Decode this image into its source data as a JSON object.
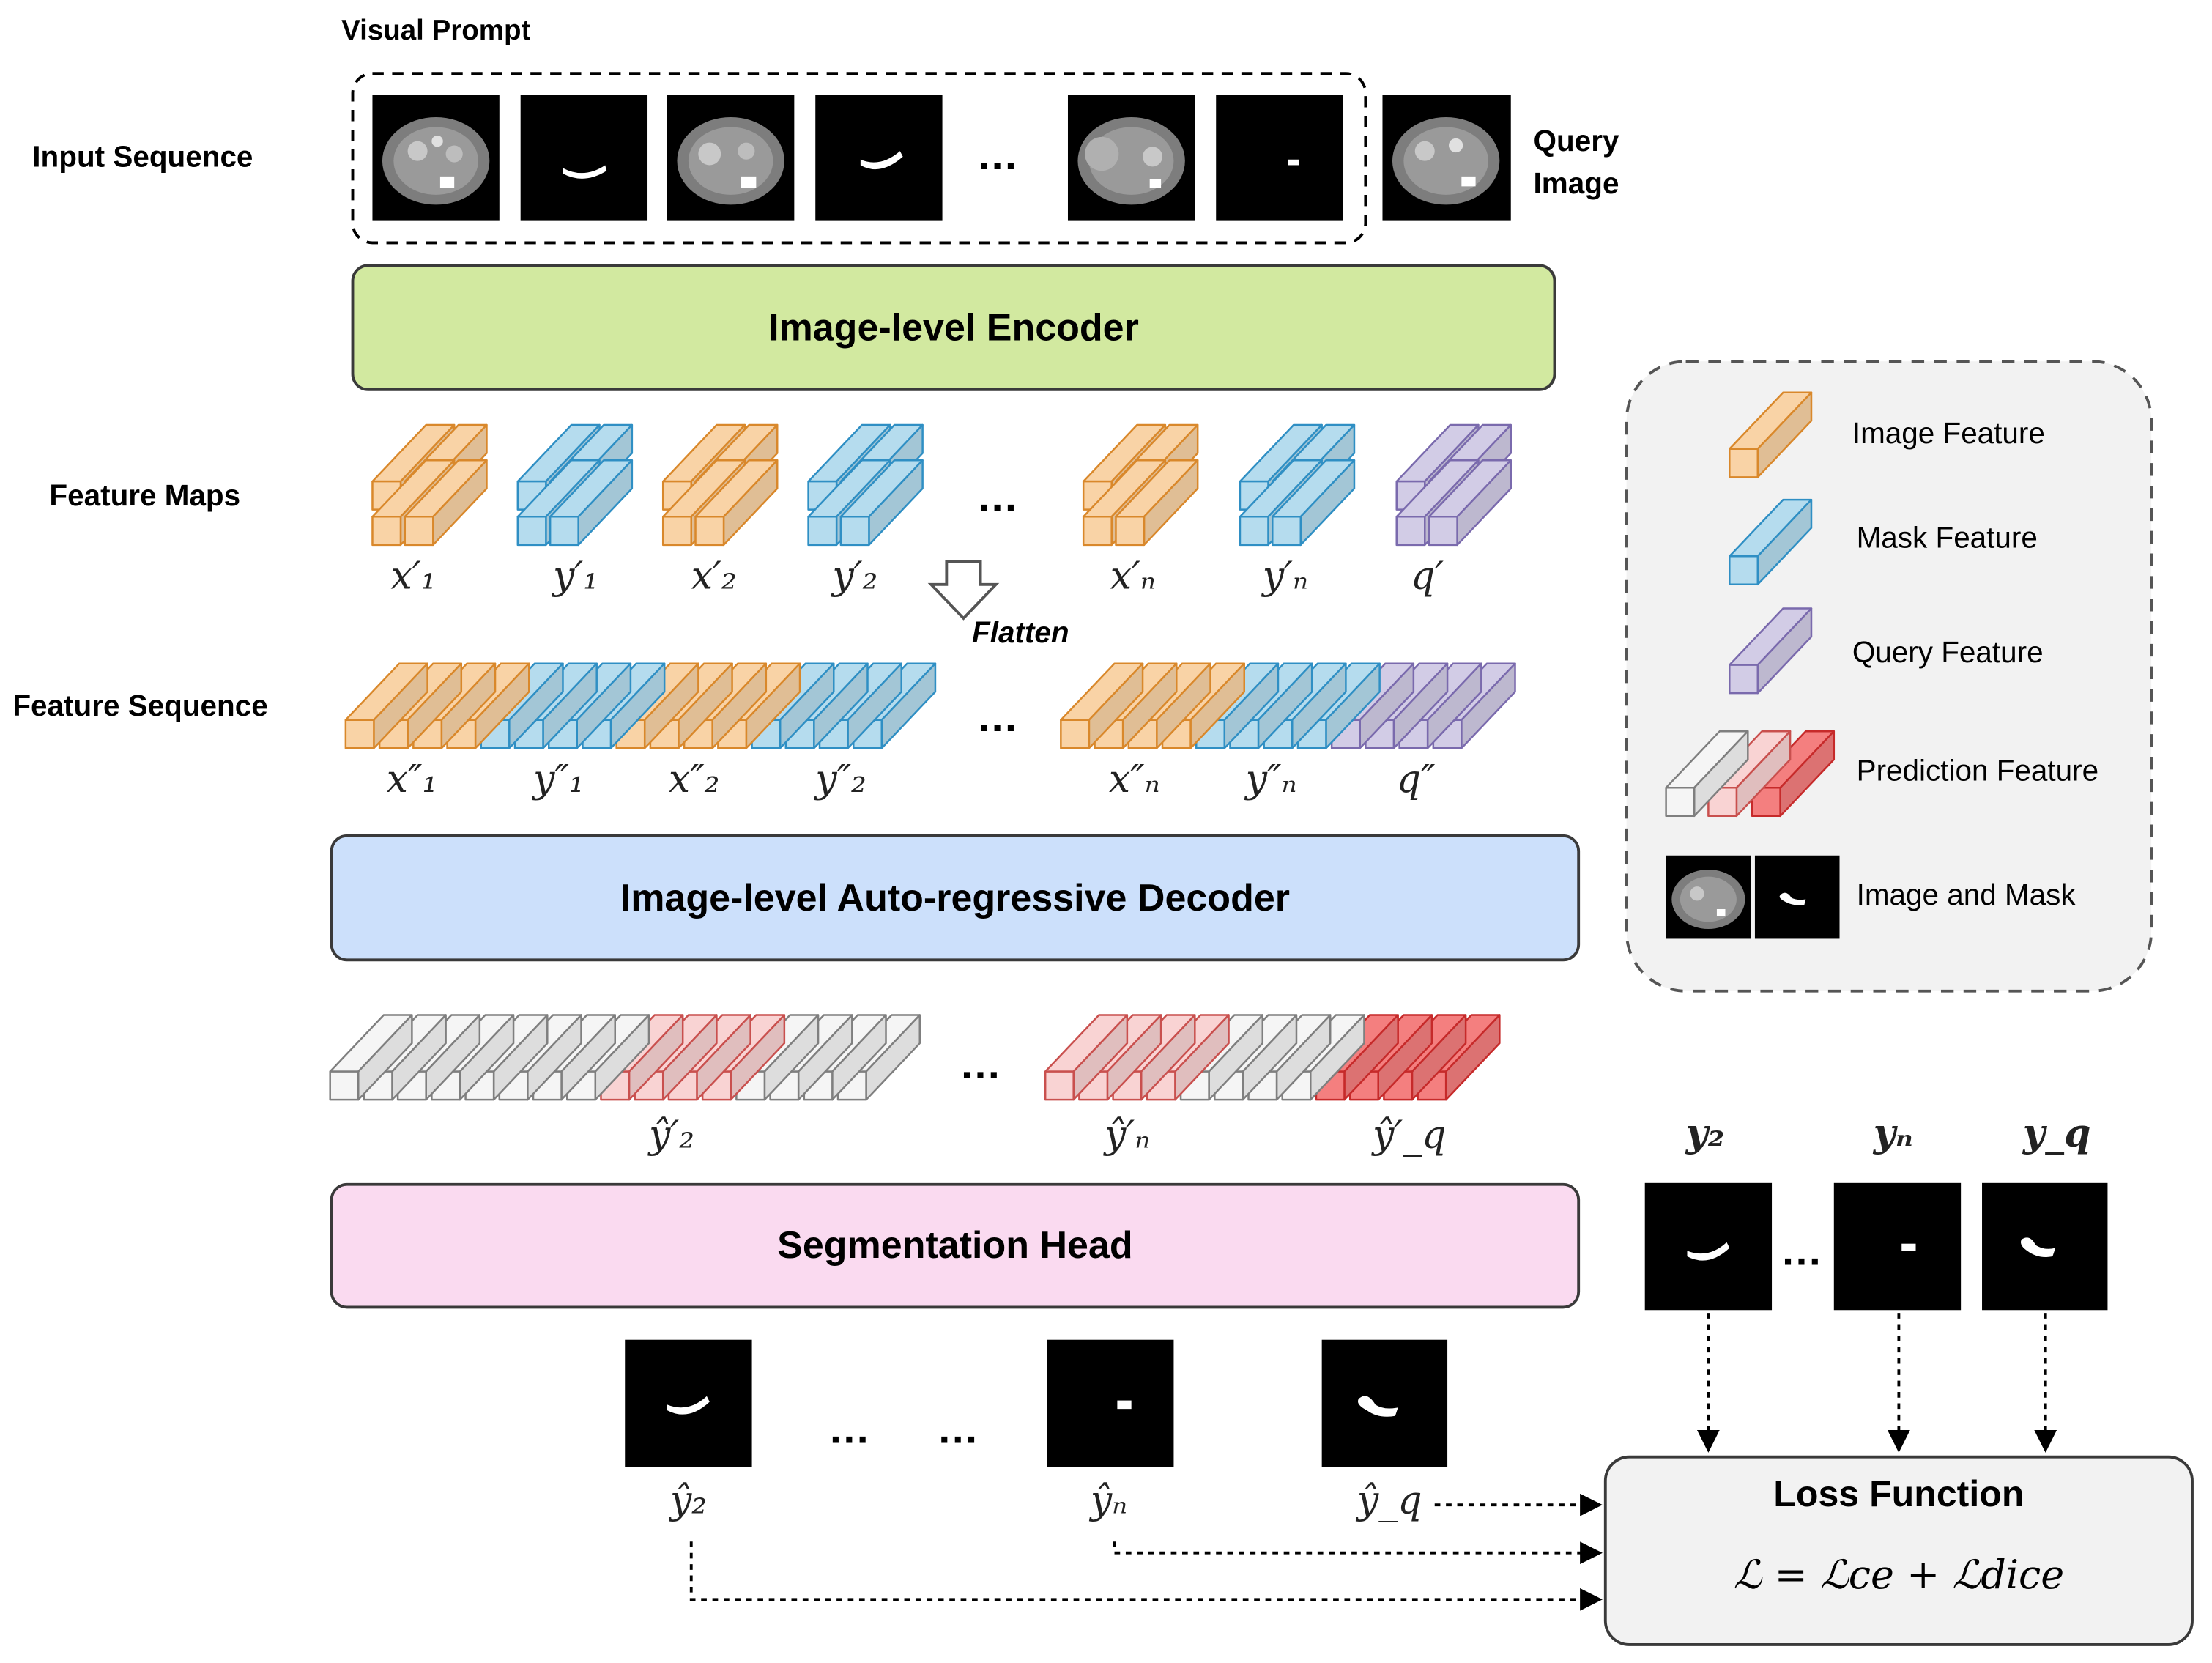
{
  "labels": {
    "visual_prompt": "Visual Prompt",
    "input_sequence": "Input Sequence",
    "query_image": "Query\nImage",
    "feature_maps": "Feature Maps",
    "flatten": "Flatten",
    "feature_sequence": "Feature Sequence",
    "ellipsis": "…"
  },
  "blocks": {
    "encoder": "Image-level Encoder",
    "decoder": "Image-level Auto-regressive Decoder",
    "seg_head": "Segmentation Head",
    "loss_title": "Loss Function"
  },
  "math": {
    "fm": [
      "x′₁",
      "y′₁",
      "x′₂",
      "y′₂",
      "x′ₙ",
      "y′ₙ",
      "q′"
    ],
    "fs": [
      "x″₁",
      "y″₁",
      "x″₂",
      "y″₂",
      "x″ₙ",
      "y″ₙ",
      "q″"
    ],
    "pred": [
      "ŷ′₂",
      "ŷ′ₙ",
      "ŷ′_q"
    ],
    "gt": [
      "y₂",
      "yₙ",
      "y_q"
    ],
    "out": [
      "ŷ₂",
      "ŷₙ",
      "ŷ_q"
    ],
    "loss_formula": "ℒ = ℒce + ℒdice"
  },
  "legend": {
    "items": [
      "Image Feature",
      "Mask Feature",
      "Query Feature",
      "Prediction Feature",
      "Image and Mask"
    ]
  },
  "colors": {
    "image_feature_fill": "#f9d3a6",
    "image_feature_stroke": "#d9882b",
    "mask_feature_fill": "#b5dcee",
    "mask_feature_stroke": "#2f8fc4",
    "query_feature_fill": "#d2cce6",
    "query_feature_stroke": "#7a6aad",
    "pred_white_fill": "#f5f5f5",
    "pred_white_stroke": "#7f7f7f",
    "pred_light_fill": "#f9d3d3",
    "pred_light_stroke": "#c9504e",
    "pred_red_fill": "#f47f7f",
    "pred_red_stroke": "#c62a2a",
    "encoder_fill": "#d2e9a0",
    "decoder_fill": "#cce0fb",
    "seg_head_fill": "#fadaf0",
    "loss_fill": "#f2f2f2"
  }
}
